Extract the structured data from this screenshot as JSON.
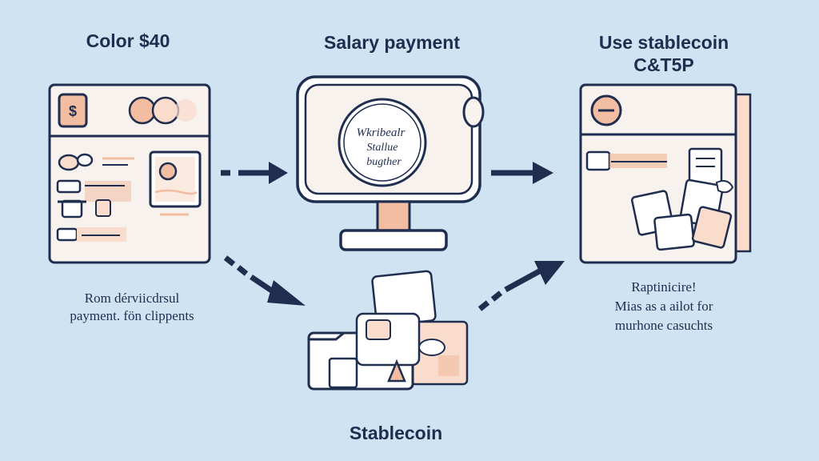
{
  "labels": {
    "left_title": "Color $40",
    "center_title": "Salary payment",
    "right_title_line1": "Use stablecoin",
    "right_title_line2": "C&T5P",
    "bottom_title": "Stablecoin"
  },
  "captions": {
    "left_line1": "Rom dérviicdrsul",
    "left_line2": "payment. fön clippents",
    "right_line1": "Raptinicire!",
    "right_line2": "Mias as a ailot for",
    "right_line3": "murhone casuchts"
  },
  "monitor_seal": {
    "line1": "Wkribealr",
    "line2": "Stallue",
    "line3": "bugther"
  },
  "left_panel_badge": "$",
  "colors": {
    "background": "#cfe3f2",
    "ink": "#1f2d4f",
    "panel": "#f7f2ee",
    "accent_peach": "#f2bda0",
    "accent_light": "#f9dccb"
  }
}
